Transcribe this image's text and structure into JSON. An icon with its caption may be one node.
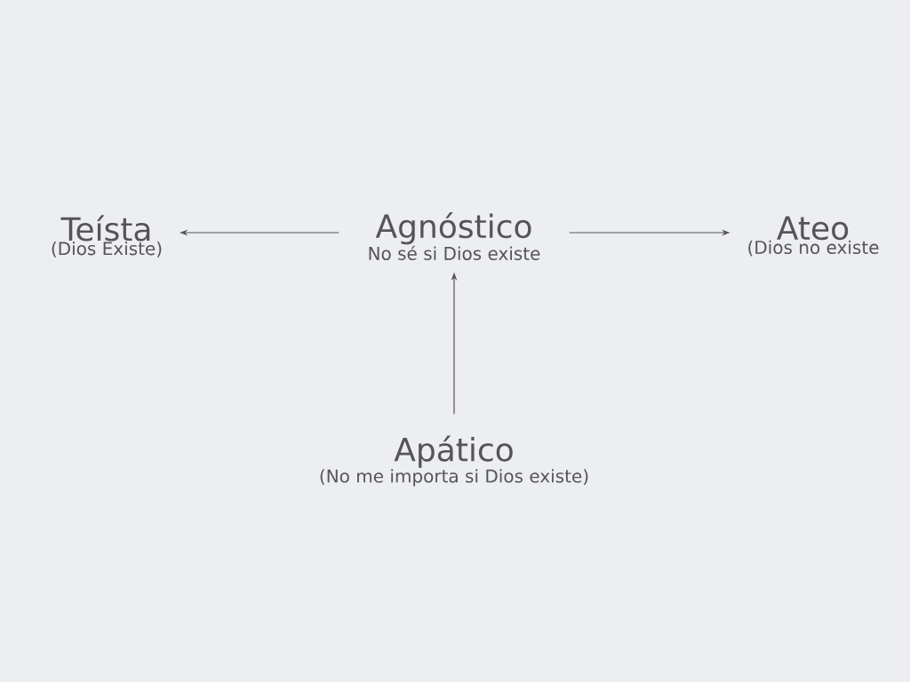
{
  "diagram": {
    "nodes": [
      {
        "text": [
          "Teísta",
          "(Dios Existe)"
        ]
      },
      {
        "text": [
          "Agnóstico",
          "No sé si Dios existe"
        ]
      },
      {
        "text": [
          "Ateo",
          "(Dios no existe"
        ]
      },
      {
        "text": [
          "Apático",
          "(No me importa si Dios existe)"
        ]
      }
    ],
    "edges": [
      {
        "from": 1,
        "to": 0,
        "arrow": "to"
      },
      {
        "from": 1,
        "to": 2,
        "arrow": "to"
      },
      {
        "from": 3,
        "to": 1,
        "arrow": "to"
      }
    ]
  }
}
